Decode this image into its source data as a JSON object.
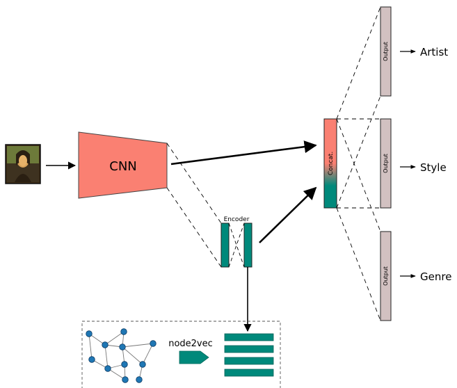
{
  "diagram": {
    "cnn_label": "CNN",
    "encoder_label": "Encoder",
    "concat_label": "Concat.",
    "node2vec_label": "node2vec",
    "output_block_label": "Output",
    "outputs": [
      {
        "label": "Artist"
      },
      {
        "label": "Style"
      },
      {
        "label": "Genre"
      }
    ],
    "colors": {
      "cnn": "#fa8072",
      "encoder": "#00897b",
      "output_box": "#d2c1c1",
      "graph_node": "#1f77b4",
      "concat_top": "#fa8072",
      "concat_bottom": "#00897b"
    },
    "icons": {
      "input_image": "painting-icon",
      "graph": "knowledge-graph-icon",
      "node2vec_arrow": "pentagon-arrow-icon"
    }
  }
}
